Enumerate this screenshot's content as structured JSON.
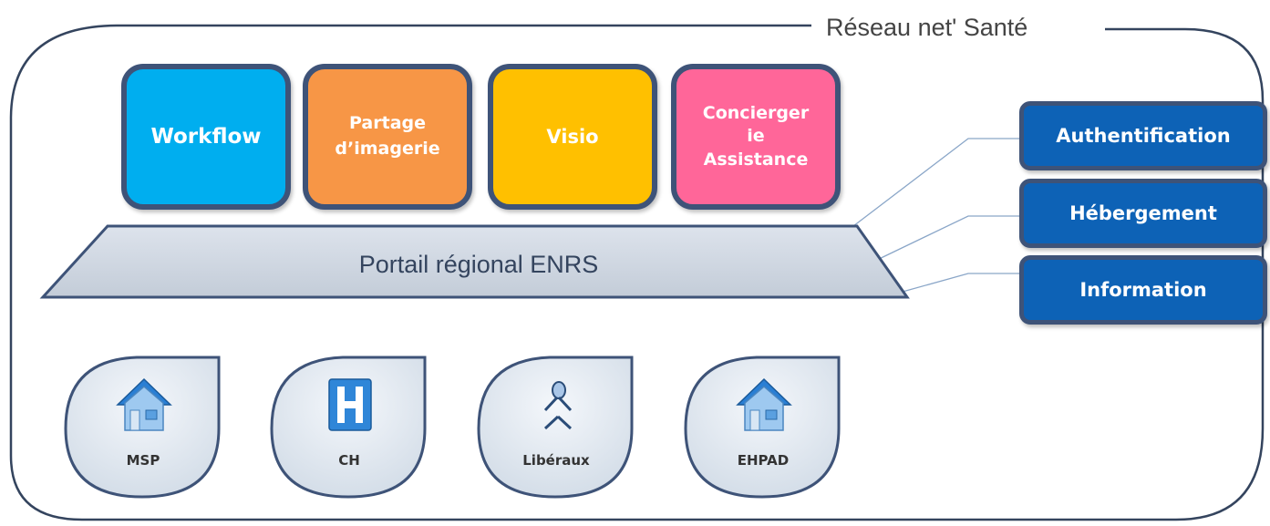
{
  "network_title": "Réseau net' Santé",
  "services": {
    "workflow": "Workflow",
    "imagerie": [
      "Partage",
      "d’imagerie"
    ],
    "visio": "Visio",
    "conciergerie": [
      "Concierger",
      "ie",
      "Assistance"
    ]
  },
  "portal_label": "Portail régional ENRS",
  "side_services": {
    "auth": "Authentification",
    "hebergement": "Hébergement",
    "information": "Information"
  },
  "nodes": {
    "msp": "MSP",
    "ch": "CH",
    "liberaux": "Libéraux",
    "ehpad": "EHPAD"
  },
  "colors": {
    "workflow": "#00aeef",
    "imagerie": "#f79646",
    "visio": "#ffc000",
    "conciergerie": "#ff6699",
    "side_button": "#0d62b6",
    "border": "#3e5378",
    "portal": "#cdd5e0"
  }
}
